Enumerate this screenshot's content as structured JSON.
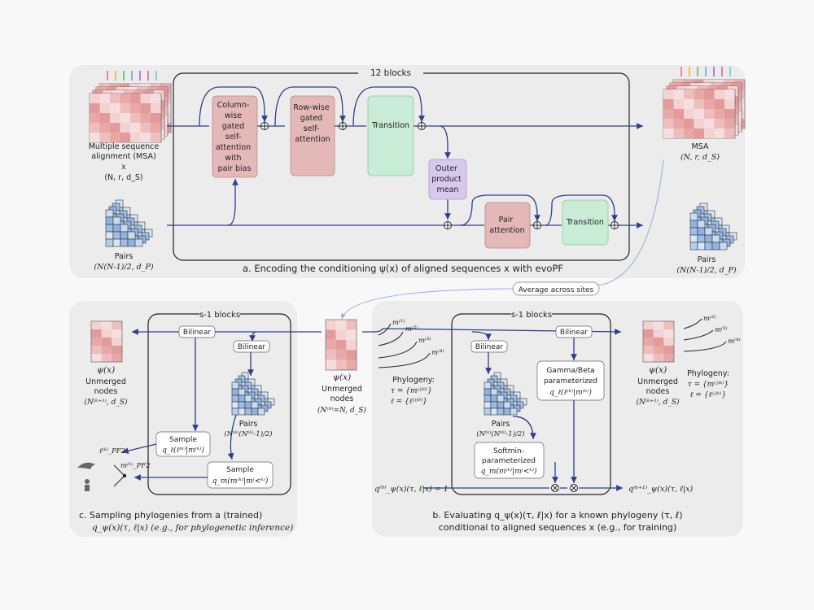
{
  "panel_a": {
    "blocks_label": "12 blocks",
    "msa_in": {
      "l1": "Multiple sequence",
      "l2": "alignment (MSA)",
      "var": "x",
      "dims": "(N, r, d_S)"
    },
    "pairs_in": {
      "l1": "Pairs",
      "dims": "(N(N-1)/2, d_P)"
    },
    "col_attn": [
      "Column-",
      "wise",
      "gated",
      "self-",
      "attention",
      "with",
      "pair bias"
    ],
    "row_attn": [
      "Row-wise",
      "gated",
      "self-",
      "attention"
    ],
    "transition1": "Transition",
    "outer": [
      "Outer",
      "product",
      "mean"
    ],
    "pair_attn": [
      "Pair",
      "attention"
    ],
    "transition2": "Transition",
    "msa_out": {
      "l1": "MSA",
      "dims": "(N, r, d_S)"
    },
    "pairs_out": {
      "l1": "Pairs",
      "dims": "(N(N-1)/2, d_P)"
    },
    "caption": "a. Encoding the conditioning ψ(x) of aligned sequences x with evoPF",
    "avg_label": "Average across sites"
  },
  "center": {
    "psi": "ψ(x)",
    "l1": "Unmerged",
    "l2": "nodes",
    "dims": "(N⁽⁰⁾=N, d_S)"
  },
  "panel_b": {
    "blocks_label": "s-1 blocks",
    "bilinear1": "Bilinear",
    "bilinear2": "Bilinear",
    "gamma": [
      "Gamma/Beta",
      "parameterized",
      "q_ℓ(ℓ⁽ᵏ⁾|m⁽ᵏ⁾)"
    ],
    "softmin": [
      "Softmin-",
      "parameterized",
      "q_m(m⁽ᵏ⁾|m⁽<ᵏ⁾)"
    ],
    "pairs": {
      "l1": "Pairs",
      "dims": "(N⁽ᵏ⁾(N⁽ᵏ⁾-1)/2)"
    },
    "tree_labels": [
      "m⁽¹⁾",
      "m⁽²⁾",
      "m⁽³⁾",
      "m⁽⁴⁾"
    ],
    "phylo_left": {
      "l1": "Phylogeny:",
      "l2": "τ = {m⁽ʲ⁾⁰⁾}",
      "l3": "ℓ = {ℓ⁽ʲ⁾⁰⁾}"
    },
    "q_start": "q⁽⁰⁾_ψ(x)(τ, ℓ|x) = 1",
    "q_end": "q⁽ᵏ⁺¹⁾_ψ(x)(τ, ℓ|x)",
    "out": {
      "psi": "ψ(x)",
      "l1": "Unmerged",
      "l2": "nodes",
      "dims": "(N⁽ᵏ⁺¹⁾, d_S)"
    },
    "phylo_right": {
      "l1": "Phylogeny:",
      "l2": "τ = {m⁽ʲ⁾ᵏ⁾}",
      "l3": "ℓ = {ℓ⁽ʲ⁾ᵏ⁾}"
    },
    "tree_labels_right": [
      "m⁽²⁾",
      "m⁽³⁾",
      "m⁽⁴⁾"
    ],
    "caption1": "b. Evaluating q_ψ(x)(τ, ℓ|x) for a known phylogeny (τ, ℓ)",
    "caption2": "conditional to aligned sequences x (e.g., for training)"
  },
  "panel_c": {
    "blocks_label": "s-1 blocks",
    "bilinear1": "Bilinear",
    "bilinear2": "Bilinear",
    "out": {
      "psi": "ψ(x)",
      "l1": "Unmerged",
      "l2": "nodes",
      "dims": "(N⁽ᵏ⁺¹⁾, d_S)"
    },
    "pairs": {
      "l1": "Pairs",
      "dims": "(N⁽ᵏ⁾(N⁽ᵏ⁾-1)/2)"
    },
    "sample1": [
      "Sample",
      "q_ℓ(ℓ⁽ᵏ⁾|m⁽ᵏ⁾)"
    ],
    "sample2": [
      "Sample",
      "q_m(m⁽ᵏ⁾|m⁽<ᵏ⁾)"
    ],
    "l_pf2": "ℓ⁽ᵏ⁾_PF2",
    "m_pf2": "m⁽ᵏ⁾_PF2",
    "caption1": "c. Sampling phylogenies from a (trained)",
    "caption2": "q_ψ(x)(τ, ℓ|x) (e.g., for phylogenetic inference)"
  },
  "colors": {
    "red": "#e9a3a3",
    "blue": "#8fb2e0",
    "node_red": "#e5b8b8",
    "node_green": "#c9ecd6",
    "node_purple": "#d9c8ee",
    "arrow": "#2d3e8f",
    "panel": "#ececec"
  }
}
